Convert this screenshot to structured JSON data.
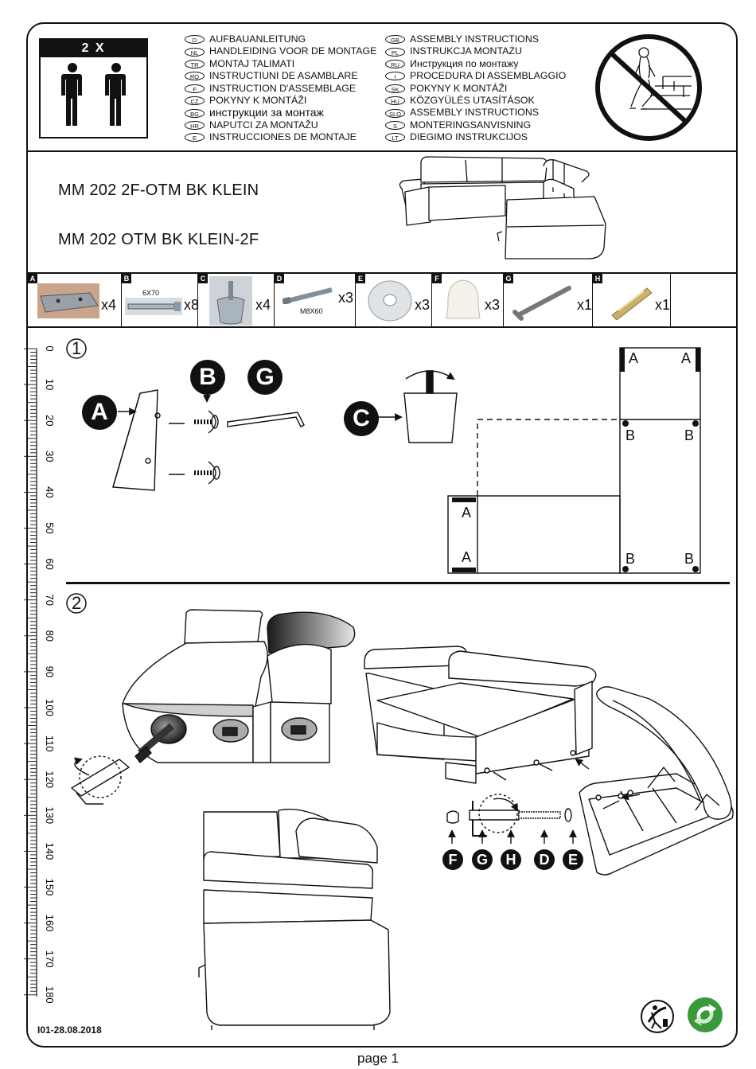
{
  "header": {
    "people_count": "2 X",
    "languages_left": [
      {
        "code": "D",
        "text": "AUFBAUANLEITUNG"
      },
      {
        "code": "NL",
        "text": "HANDLEIDING VOOR DE MONTAGE"
      },
      {
        "code": "TR",
        "text": "MONTAJ TALIMATI"
      },
      {
        "code": "RO",
        "text": "INSTRUCTIUNI DE ASAMBLARE"
      },
      {
        "code": "F",
        "text": "INSTRUCTION D'ASSEMBLAGE"
      },
      {
        "code": "CZ",
        "text": "POKYNY K MONTÁŽI"
      },
      {
        "code": "BG",
        "text": "инструкции за монтаж"
      },
      {
        "code": "HR",
        "text": "NAPUTCI ZA MONTAŽU"
      },
      {
        "code": "E",
        "text": "INSTRUCCIONES DE MONTAJE"
      }
    ],
    "languages_right": [
      {
        "code": "GB",
        "text": "ASSEMBLY INSTRUCTIONS"
      },
      {
        "code": "PL",
        "text": "INSTRUKCJA MONTAŻU"
      },
      {
        "code": "RU",
        "text": "Инструкция по монтажу"
      },
      {
        "code": "I",
        "text": "PROCEDURA DI ASSEMBLAGGIO"
      },
      {
        "code": "SK",
        "text": "POKYNY K MONTÁŽI"
      },
      {
        "code": "HU",
        "text": "KÖZGYÜLÉS UTASÍTÁSOK"
      },
      {
        "code": "SLO",
        "text": "ASSEMBLY INSTRUCTIONS"
      },
      {
        "code": "S",
        "text": "MONTERINGSANVISNING"
      },
      {
        "code": "LT",
        "text": "DIEGIMO INSTRUKCIJOS"
      }
    ]
  },
  "model": {
    "line1": "MM 202 2F-OTM BK KLEIN",
    "line2": "MM 202 OTM BK KLEIN-2F"
  },
  "parts": [
    {
      "id": "A",
      "qty": "x4",
      "caption": ""
    },
    {
      "id": "B",
      "qty": "x8",
      "caption": "6X70"
    },
    {
      "id": "C",
      "qty": "x4",
      "caption": ""
    },
    {
      "id": "D",
      "qty": "x3",
      "caption": "M8X60"
    },
    {
      "id": "E",
      "qty": "x3",
      "caption": ""
    },
    {
      "id": "F",
      "qty": "x3",
      "caption": ""
    },
    {
      "id": "G",
      "qty": "x1",
      "caption": ""
    },
    {
      "id": "H",
      "qty": "x1",
      "caption": ""
    }
  ],
  "ruler": {
    "labels": [
      "0",
      "10",
      "20",
      "30",
      "40",
      "50",
      "60",
      "70",
      "80",
      "90",
      "100",
      "110",
      "120",
      "130",
      "140",
      "150",
      "160",
      "170",
      "180"
    ]
  },
  "step1": {
    "number": "1",
    "callouts": [
      "A",
      "B",
      "G",
      "C"
    ],
    "plan_labels": [
      "A",
      "A",
      "B",
      "B",
      "A",
      "A",
      "B",
      "B"
    ]
  },
  "step2": {
    "number": "2",
    "callouts": [
      "F",
      "G",
      "H",
      "D",
      "E"
    ]
  },
  "footer": {
    "doc_code": "I01-28.08.2018",
    "page": "page 1"
  }
}
